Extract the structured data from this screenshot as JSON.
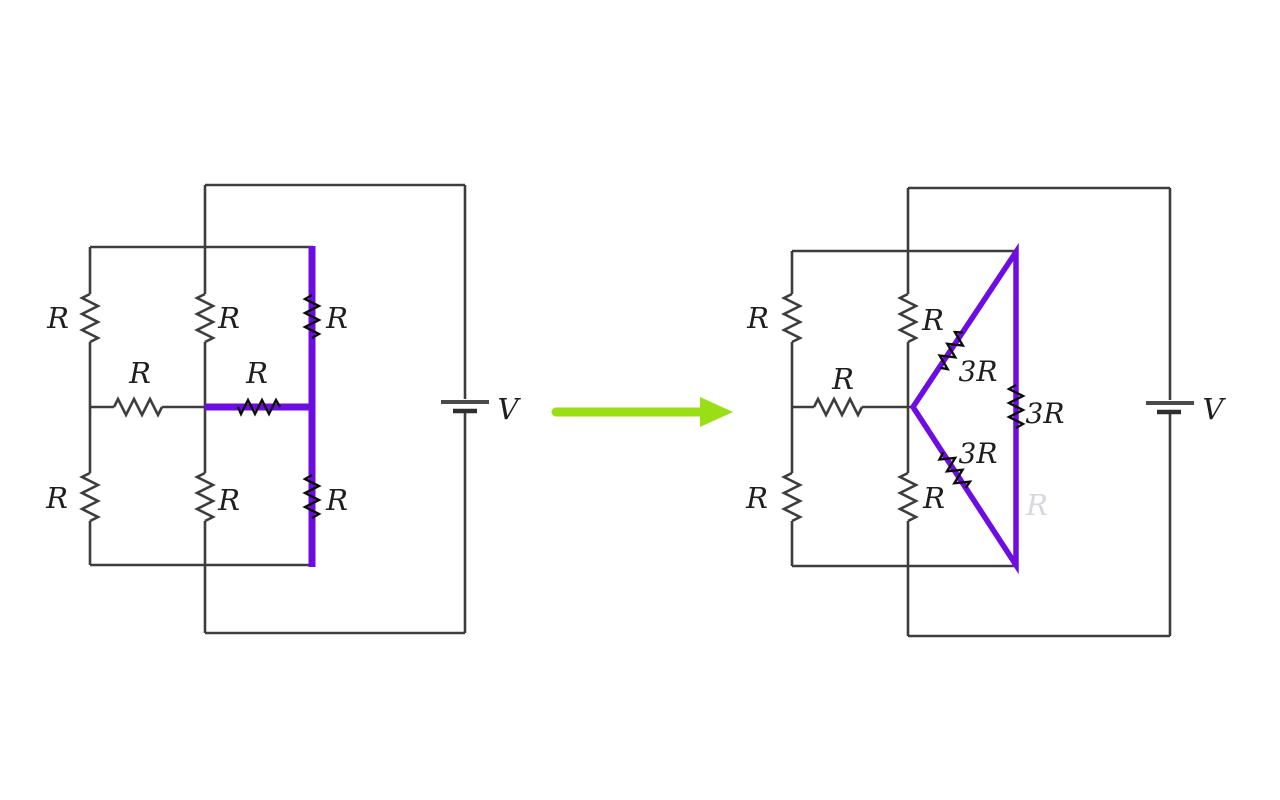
{
  "diagram_type": "circuit-delta-wye-transformation",
  "colors": {
    "wire": "#3d3d3d",
    "highlight_purple": "#6d0de1",
    "arrow_green": "#9ade16",
    "overlay_black": "#0d0d0d",
    "label_ink": "#1e1e1e"
  },
  "left_circuit": {
    "labels": {
      "top_left": "R",
      "top_mid": "R",
      "top_right": "R",
      "mid_left": "R",
      "mid_right": "R",
      "bottom_left": "R",
      "bottom_mid": "R",
      "bottom_right": "R",
      "battery": "V"
    }
  },
  "right_circuit": {
    "labels": {
      "top_left": "R",
      "top_mid": "R",
      "mid_left": "R",
      "bottom_left": "R",
      "bottom_mid": "R",
      "delta_upper": "3R",
      "delta_right": "3R",
      "delta_lower": "3R",
      "battery": "V",
      "ghost": "R"
    }
  },
  "transform_arrow": {
    "direction": "right"
  }
}
